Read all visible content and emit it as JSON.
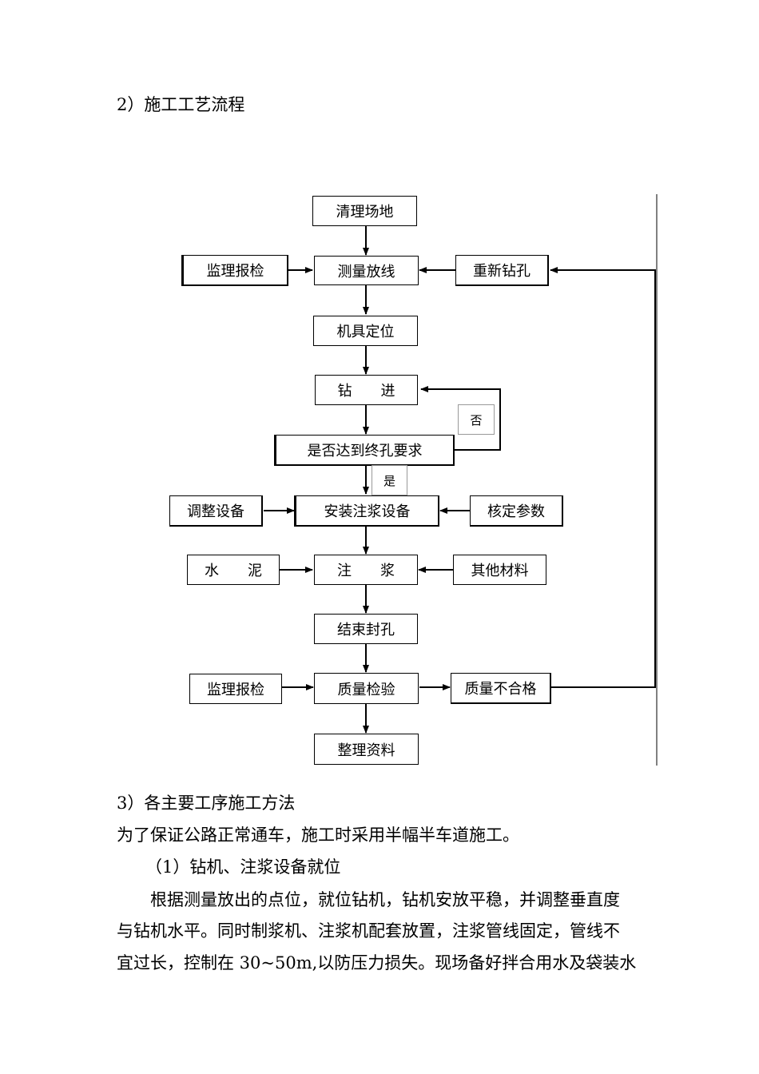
{
  "section2_heading": "2）施工工艺流程",
  "flow": {
    "clear_site": "清理场地",
    "supervision_report_1": "监理报检",
    "survey_layout": "测量放线",
    "redrill": "重新钻孔",
    "machine_position": "机具定位",
    "drilling": "钻　　进",
    "no_label": "否",
    "final_hole_check": "是否达到终孔要求",
    "yes_label": "是",
    "adjust_equipment": "调整设备",
    "install_grouting": "安装注浆设备",
    "verify_params": "核定参数",
    "cement": "水　　泥",
    "grouting": "注　　浆",
    "other_materials": "其他材料",
    "seal_hole": "结束封孔",
    "supervision_report_2": "监理报检",
    "quality_inspection": "质量检验",
    "quality_fail": "质量不合格",
    "organize_data": "整理资料"
  },
  "section3_heading": "3）各主要工序施工方法",
  "paragraph_intro": "为了保证公路正常通车，施工时采用半幅半车道施工。",
  "subsection_1": "（1）钻机、注浆设备就位",
  "body_line_1": "根据测量放出的点位，就位钻机，钻机安放平稳，并调整垂直度",
  "body_line_2": "与钻机水平。同时制浆机、注浆机配套放置，注浆管线固定，管线不",
  "body_line_3": "宜过长，控制在 30~50m,以防压力损失。现场备好拌合用水及袋装水"
}
